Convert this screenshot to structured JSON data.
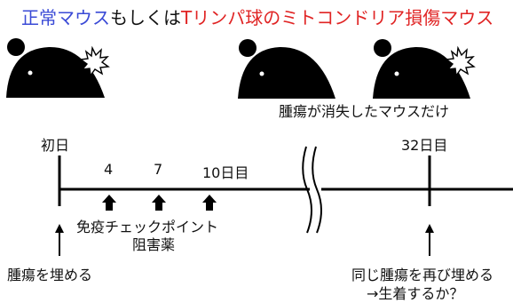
{
  "title": {
    "part1": "正常マウス",
    "part2": "もしくは",
    "part3": "Tリンパ球のミトコンドリア損傷マウス",
    "colors": {
      "part1": "#3a4ad6",
      "part2": "#111111",
      "part3": "#e02424"
    }
  },
  "labels": {
    "tumor_gone": "腫瘍が消失したマウスだけ",
    "day_first": "初日",
    "day_4": "4",
    "day_7": "7",
    "day_10": "10日目",
    "day_32": "32日目",
    "drug_line1": "免疫チェックポイント",
    "drug_line2": "阻害薬",
    "implant": "腫瘍を埋める",
    "reimplant_line1": "同じ腫瘍を再び埋める",
    "reimplant_line2": "→生着するか？"
  },
  "icons": {
    "mouse": "mouse-silhouette-icon",
    "tumor": "tumor-burst-icon",
    "arrow_up": "arrow-up-icon",
    "break": "timeline-break-icon"
  }
}
